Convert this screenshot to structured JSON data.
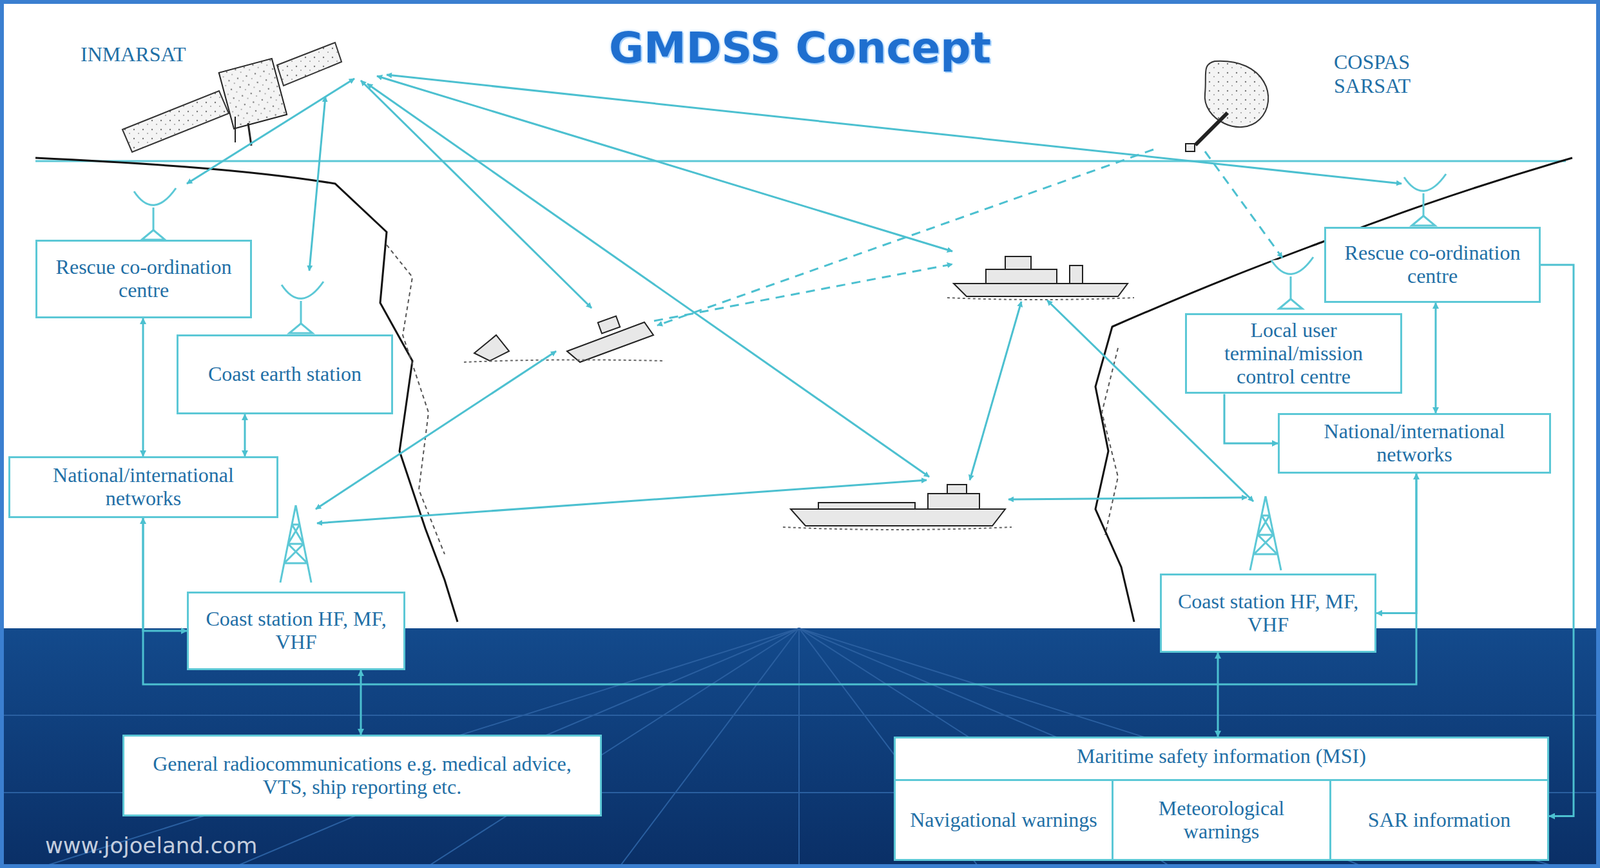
{
  "diagram": {
    "title": "GMDSS Concept",
    "nodes": [
      {
        "text": [
          "Rescue co-ordination centre"
        ]
      },
      {
        "text": [
          "Coast earth station"
        ]
      },
      {
        "text": [
          "National/international networks"
        ]
      },
      {
        "text": [
          "Coast station HF, MF, VHF"
        ]
      },
      {
        "text": [
          "Rescue co-ordination centre"
        ]
      },
      {
        "text": [
          "Local user terminal/mission control centre"
        ]
      },
      {
        "text": [
          "National/international networks"
        ]
      },
      {
        "text": [
          "Coast station HF, MF, VHF"
        ]
      },
      {
        "text": [
          "General radiocommunications e.g. medical advice, VTS, ship reporting etc."
        ]
      },
      {
        "text": [
          "Maritime safety information (MSI)"
        ]
      },
      {
        "text": [
          "Navigational warnings"
        ],
        "in": 9
      },
      {
        "text": [
          "Meteorological warnings"
        ],
        "in": 9
      },
      {
        "text": [
          "SAR information"
        ],
        "in": 9
      }
    ],
    "edges": [
      {
        "from": 0,
        "to": 2,
        "arrow": "both"
      },
      {
        "from": 1,
        "to": 2,
        "arrow": "both"
      },
      {
        "from": 2,
        "to": 3,
        "arrow": "to"
      },
      {
        "from": 6,
        "to": 7,
        "arrow": "to"
      },
      {
        "from": 5,
        "to": 6,
        "arrow": "to"
      },
      {
        "from": 4,
        "to": 6,
        "arrow": "both"
      },
      {
        "from": 2,
        "to": 6,
        "arrow": "both"
      },
      {
        "from": 3,
        "to": 8,
        "arrow": "both"
      },
      {
        "from": 7,
        "to": 9,
        "arrow": "both"
      },
      {
        "from": 4,
        "to": 9,
        "arrow": "to"
      }
    ],
    "labels": [
      "INMARSAT",
      "COSPAS SARSAT",
      "www.jojoeland.com"
    ]
  }
}
